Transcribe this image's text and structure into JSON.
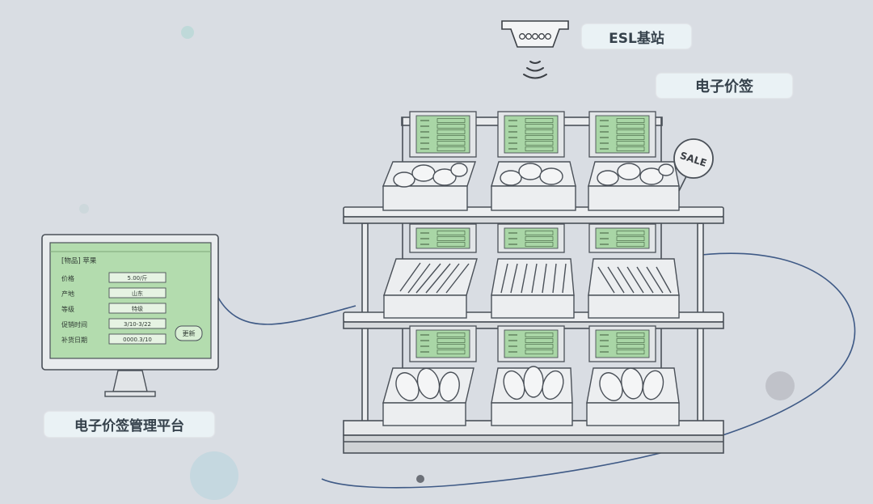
{
  "labels": {
    "base_station": "ESL基站",
    "electronic_tag": "电子价签",
    "management_platform": "电子价签管理平台"
  },
  "monitor": {
    "title": "[物品] 苹果",
    "fields": [
      {
        "label": "价格",
        "value": "5.00/斤"
      },
      {
        "label": "产地",
        "value": "山东"
      },
      {
        "label": "等级",
        "value": "特级"
      },
      {
        "label": "促销时间",
        "value": "3/10-3/22"
      },
      {
        "label": "补货日期",
        "value": "0000.3/10"
      }
    ],
    "button_label": "更新"
  },
  "shelf": {
    "sale_tag": "SALE"
  },
  "colors": {
    "background": "#d9dde3",
    "shelf_stroke": "#4a5058",
    "screen_green": "#a9d6a6",
    "cable": "#3f5a86"
  }
}
